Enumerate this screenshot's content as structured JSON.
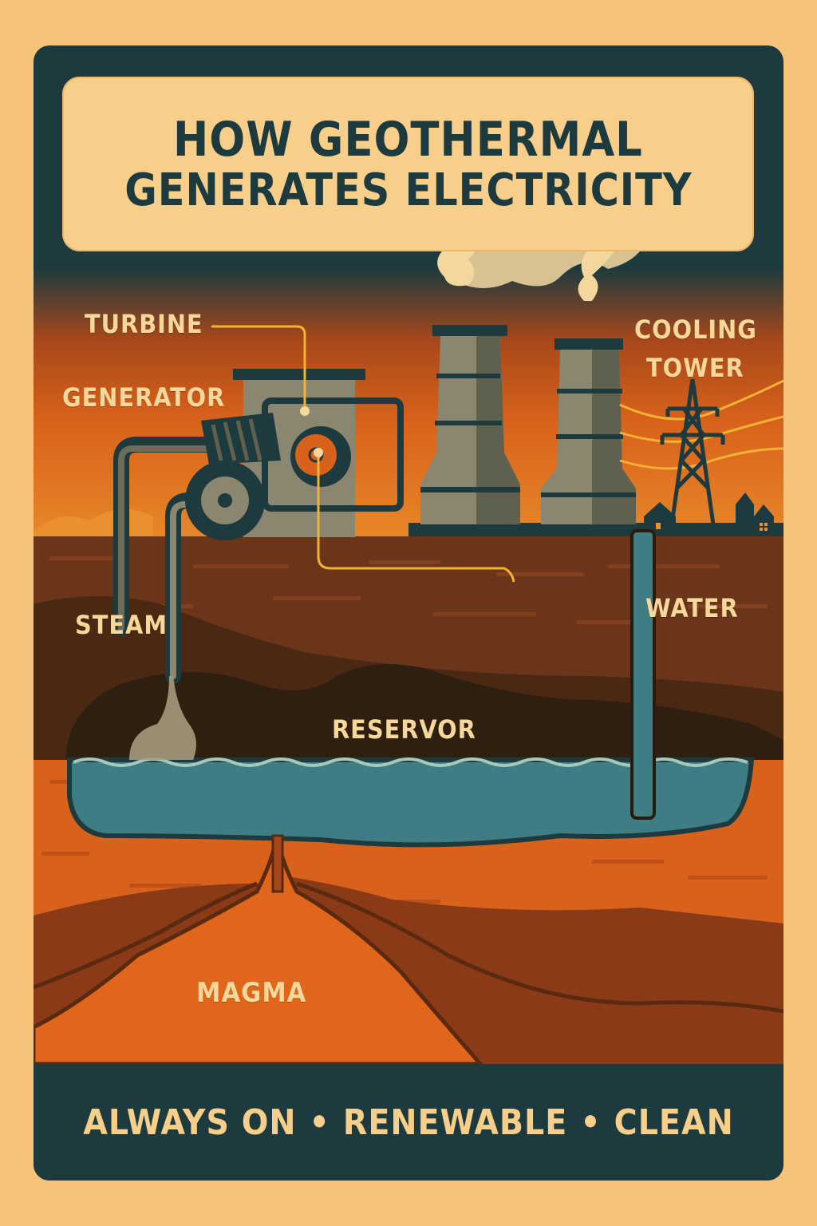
{
  "poster": {
    "title": {
      "line1": "HOW GEOTHERMAL",
      "line2": "GENERATES ELECTRICITY"
    },
    "labels": {
      "turbine": "TURBINE",
      "generator": "GENERATOR",
      "cooling_tower_line1": "COOLING",
      "cooling_tower_line2": "TOWER",
      "steam": "STEAM",
      "water": "WATER",
      "reservoir": "RESERVOR",
      "magma": "MAGMA"
    },
    "footer": {
      "items": [
        "ALWAYS ON",
        "RENEWABLE",
        "CLEAN"
      ],
      "separator": "•"
    },
    "colors": {
      "background": "#f5c47a",
      "frame": "#1d3a3f",
      "title_box": "#f7cf8a",
      "label_text": "#f7d79a",
      "sky_orange": "#d8621b",
      "soil_brown": "#6b3519",
      "reservoir_dark": "#3a2412",
      "water_teal": "#3e7d84",
      "magma_orange": "#e0661c",
      "leader_line_yellow": "#f2b233",
      "machinery_gray": "#8a8670"
    }
  }
}
